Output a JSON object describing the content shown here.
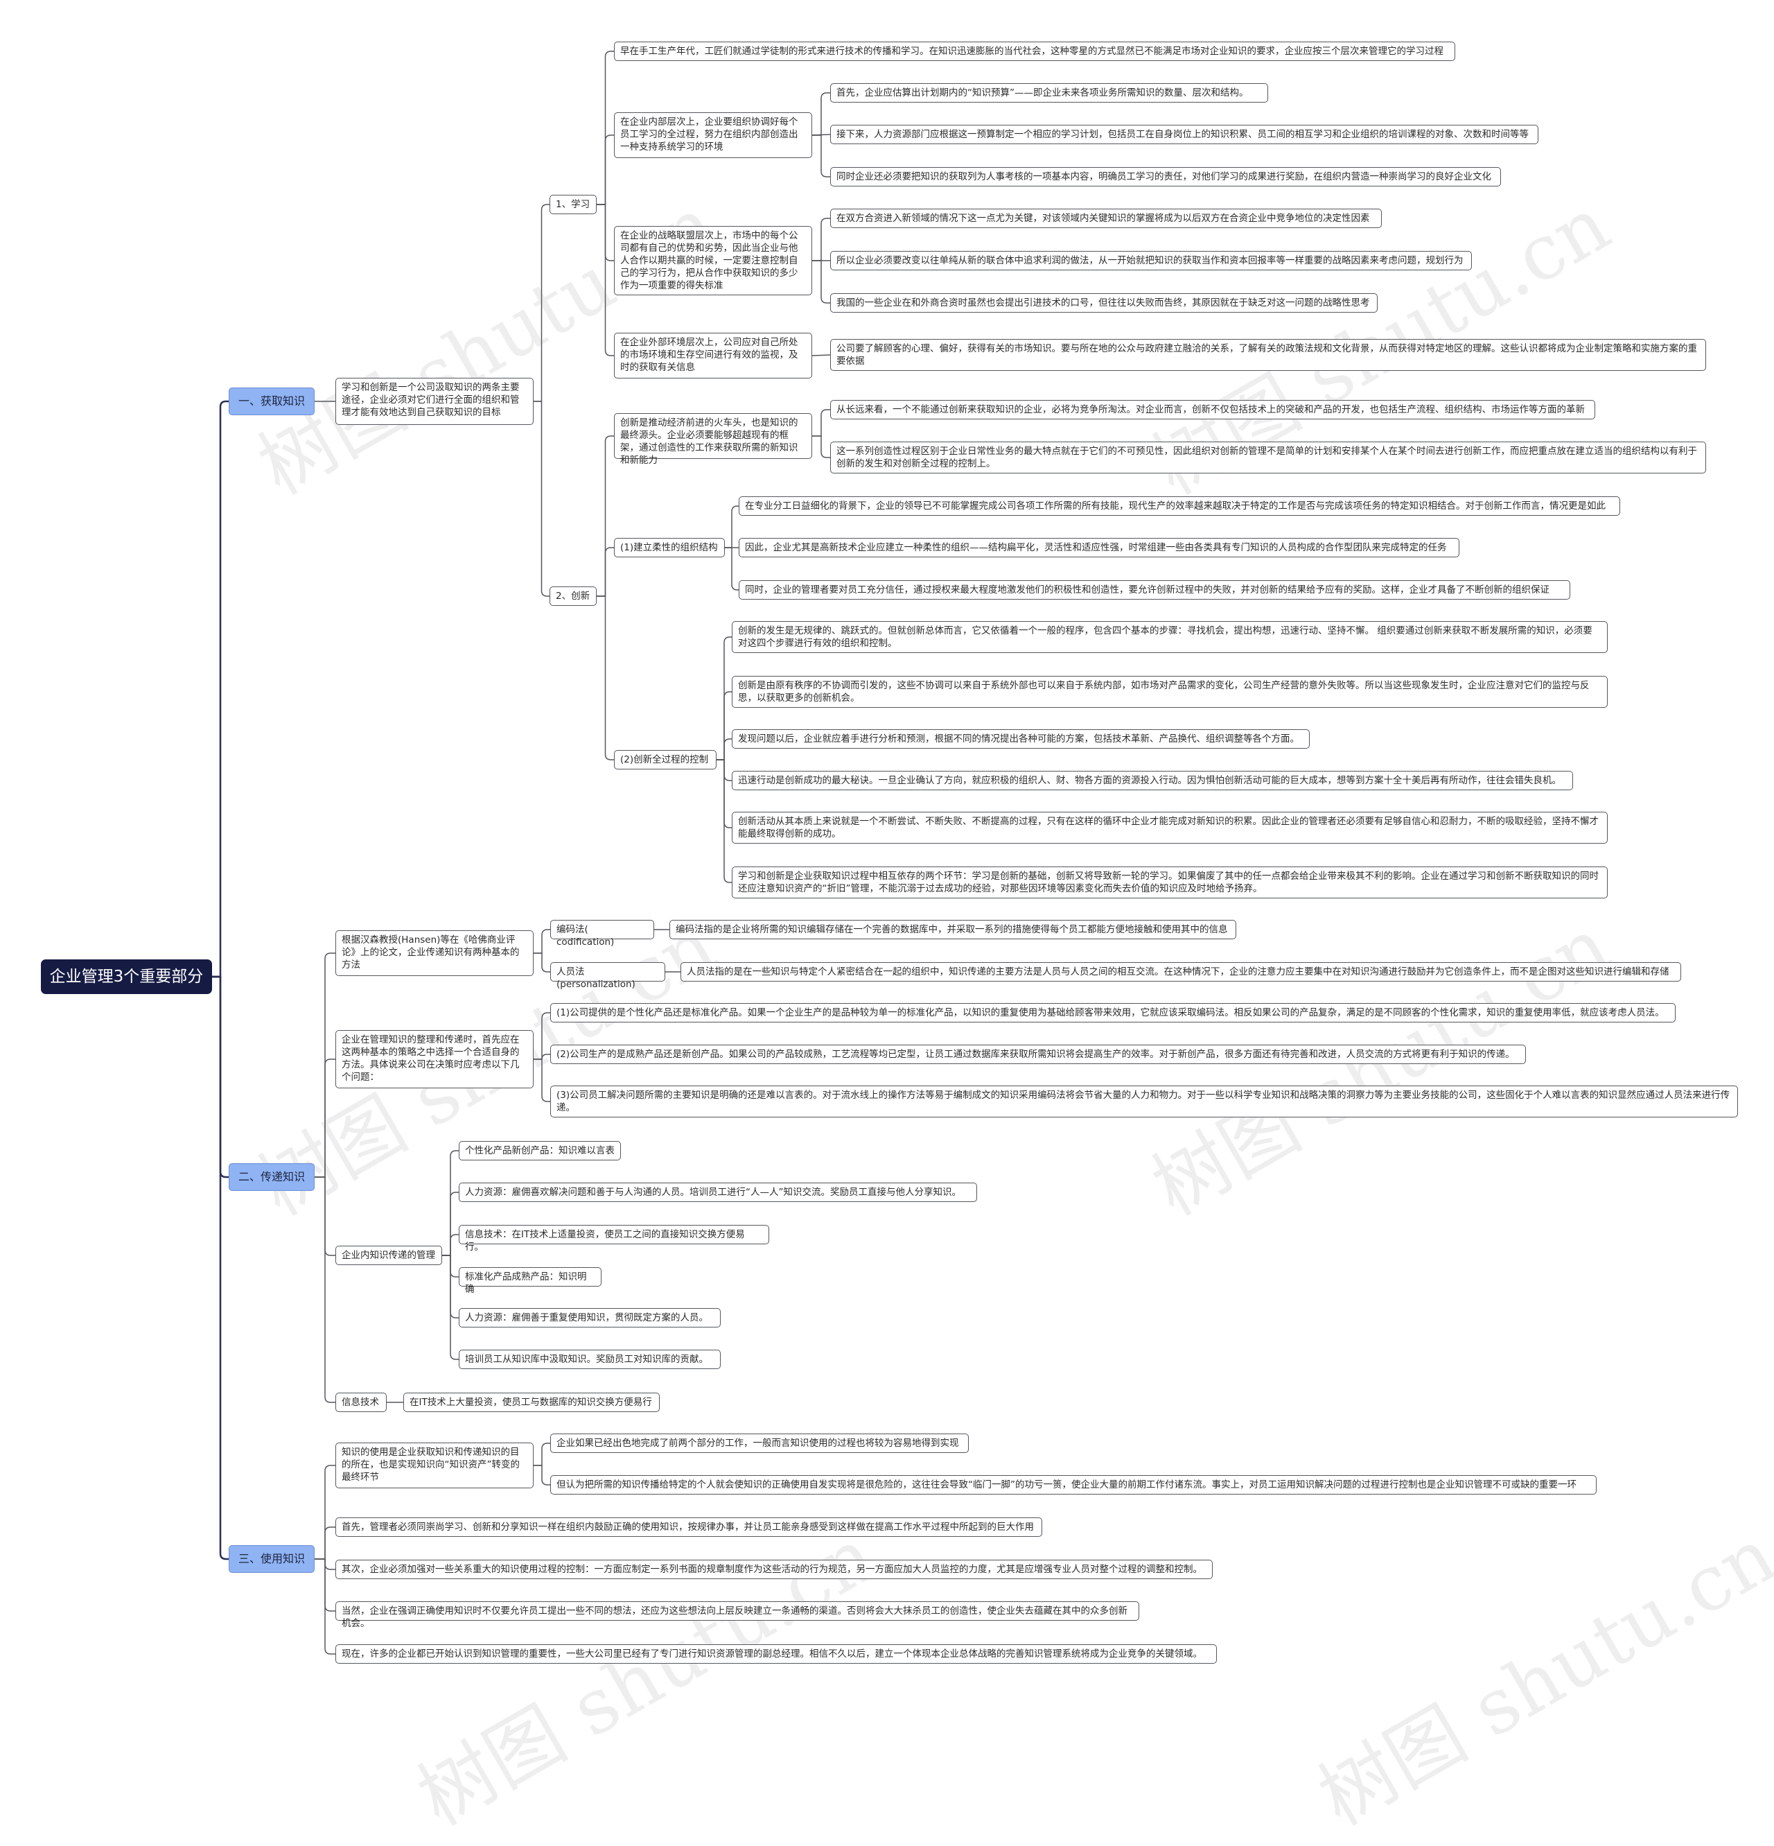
{
  "root": "企业管理3个重要部分",
  "watermark": "树图 shutu.cn",
  "b1": {
    "label": "一、获取知识",
    "summary": "学习和创新是一个公司汲取知识的两条主要途径，企业必须对它们进行全面的组织和管理才能有效地达到自己获取知识的目标",
    "learn": {
      "label": "1、学习",
      "intro": "早在手工生产年代，工匠们就通过学徒制的形式来进行技术的传播和学习。在知识迅速膨胀的当代社会，这种零星的方式显然已不能满足市场对企业知识的要求，企业应按三个层次来管理它的学习过程",
      "internal": {
        "text": "在企业内部层次上，企业要组织协调好每个员工学习的全过程，努力在组织内部创造出一种支持系统学习的环境",
        "c1": "首先，企业应估算出计划期内的“知识预算”——即企业未来各项业务所需知识的数量、层次和结构。",
        "c2": "接下来，人力资源部门应根据这一预算制定一个相应的学习计划，包括员工在自身岗位上的知识积累、员工间的相互学习和企业组织的培训课程的对象、次数和时间等等",
        "c3": "同时企业还必须要把知识的获取列为人事考核的一项基本内容，明确员工学习的责任，对他们学习的成果进行奖励，在组织内营造一种崇尚学习的良好企业文化"
      },
      "alliance": {
        "text": "在企业的战略联盟层次上，市场中的每个公司都有自己的优势和劣势，因此当企业与他人合作以期共赢的时候，一定要注意控制自己的学习行为，把从合作中获取知识的多少作为一项重要的得失标准",
        "c1": "在双方合资进入新领域的情况下这一点尤为关键，对该领域内关键知识的掌握将成为以后双方在合资企业中竞争地位的决定性因素",
        "c2": "所以企业必须要改变以往单纯从新的联合体中追求利润的做法，从一开始就把知识的获取当作和资本回报率等一样重要的战略因素来考虑问题，规划行为",
        "c3": "我国的一些企业在和外商合资时虽然也会提出引进技术的口号，但往往以失败而告终，其原因就在于缺乏对这一问题的战略性思考"
      },
      "external": {
        "text": "在企业外部环境层次上，公司应对自己所处的市场环境和生存空间进行有效的监视，及时的获取有关信息",
        "c1": "公司要了解顾客的心理、偏好，获得有关的市场知识。要与所在地的公众与政府建立融洽的关系，了解有关的政策法规和文化背景，从而获得对特定地区的理解。这些认识都将成为企业制定策略和实施方案的重要依据"
      }
    },
    "innov": {
      "label": "2、创新",
      "engine": {
        "text": "创新是推动经济前进的火车头，也是知识的最终源头。企业必须要能够超越现有的框架，通过创造性的工作来获取所需的新知识和新能力",
        "c1": "从长远来看，一个不能通过创新来获取知识的企业，必将为竞争所淘汰。对企业而言，创新不仅包括技术上的突破和产品的开发，也包括生产流程、组织结构、市场运作等方面的革新",
        "c2": "这一系列创造性过程区别于企业日常性业务的最大特点就在于它们的不可预见性，因此组织对创新的管理不是简单的计划和安排某个人在某个时间去进行创新工作，而应把重点放在建立适当的组织结构以有利于创新的发生和对创新全过程的控制上。"
      },
      "flex": {
        "text": "(1)建立柔性的组织结构",
        "c1": "在专业分工日益细化的背景下，企业的领导已不可能掌握完成公司各项工作所需的所有技能，现代生产的效率越来越取决于特定的工作是否与完成该项任务的特定知识相结合。对于创新工作而言，情况更是如此",
        "c2": "因此，企业尤其是高新技术企业应建立一种柔性的组织——结构扁平化，灵活性和适应性强，时常组建一些由各类具有专门知识的人员构成的合作型团队来完成特定的任务",
        "c3": "同时，企业的管理者要对员工充分信任，通过授权来最大程度地激发他们的积极性和创造性，要允许创新过程中的失败，并对创新的结果给予应有的奖励。这样，企业才具备了不断创新的组织保证"
      },
      "ctrl": {
        "text": "(2)创新全过程的控制",
        "c1": "创新的发生是无规律的、跳跃式的。但就创新总体而言，它又依循着一个一般的程序，包含四个基本的步骤：寻找机会，提出构想，迅速行动、坚持不懈。 组织要通过创新来获取不断发展所需的知识，必须要对这四个步骤进行有效的组织和控制。",
        "c2": "创新是由原有秩序的不协调而引发的，这些不协调可以来自于系统外部也可以来自于系统内部，如市场对产品需求的变化，公司生产经营的意外失败等。所以当这些现象发生时，企业应注意对它们的监控与反思，以获取更多的创新机会。",
        "c3": "发现问题以后，企业就应着手进行分析和预测，根据不同的情况提出各种可能的方案，包括技术革新、产品换代、组织调整等各个方面。",
        "c4": "迅速行动是创新成功的最大秘诀。一旦企业确认了方向，就应积极的组织人、财、物各方面的资源投入行动。因为惧怕创新活动可能的巨大成本，想等到方案十全十美后再有所动作，往往会错失良机。",
        "c5": "创新活动从其本质上来说就是一个不断尝试、不断失败、不断提高的过程，只有在这样的循环中企业才能完成对新知识的积累。因此企业的管理者还必须要有足够自信心和忍耐力，不断的吸取经验，坚持不懈才能最终取得创新的成功。",
        "c6": "学习和创新是企业获取知识过程中相互依存的两个环节：学习是创新的基础，创新又将导致新一轮的学习。如果偏废了其中的任一点都会给企业带来极其不利的影响。企业在通过学习和创新不断获取知识的同时还应注意知识资产的“折旧”管理，不能沉溺于过去成功的经验，对那些因环境等因素变化而失去价值的知识应及时地给予扬弃。"
      }
    }
  },
  "b2": {
    "label": "二、传递知识",
    "hansen": {
      "text": "根据汉森教授(Hansen)等在《哈佛商业评论》上的论文，企业传递知识有两种基本的方法",
      "cod_label": "编码法( codification)",
      "cod_desc": "编码法指的是企业将所需的知识编辑存储在一个完善的数据库中，并采取一系列的措施使得每个员工都能方便地接触和使用其中的信息",
      "per_label": "人员法(personalization)",
      "per_desc": "人员法指的是在一些知识与特定个人紧密结合在一起的组织中，知识传递的主要方法是人员与人员之间的相互交流。在这种情况下，企业的注意力应主要集中在对知识沟通进行鼓励并为它创造条件上，而不是企图对这些知识进行编辑和存储"
    },
    "choose": {
      "text": "企业在管理知识的整理和传递时，首先应在这两种基本的策略之中选择一个合适自身的方法。具体说来公司在决策时应考虑以下几个问题：",
      "q1": "(1)公司提供的是个性化产品还是标准化产品。如果一个企业生产的是品种较为单一的标准化产品，以知识的重复使用为基础给顾客带来效用，它就应该采取编码法。相反如果公司的产品复杂，满足的是不同顾客的个性化需求，知识的重复使用率低，就应该考虑人员法。",
      "q2": "(2)公司生产的是成熟产品还是新创产品。如果公司的产品较成熟，工艺流程等均已定型，让员工通过数据库来获取所需知识将会提高生产的效率。对于新创产品，很多方面还有待完善和改进，人员交流的方式将更有利于知识的传递。",
      "q3": "(3)公司员工解决问题所需的主要知识是明确的还是难以言表的。对于流水线上的操作方法等易于编制成文的知识采用编码法将会节省大量的人力和物力。对于一些以科学专业知识和战略决策的洞察力等为主要业务技能的公司，这些固化于个人难以言表的知识显然应通过人员法来进行传递。"
    },
    "internal": {
      "text": "企业内知识传递的管理",
      "i1": "个性化产品新创产品：知识难以言表",
      "i2": "人力资源：雇佣喜欢解决问题和善于与人沟通的人员。培训员工进行“人—人”知识交流。奖励员工直接与他人分享知识。",
      "i3": "信息技术：在IT技术上适量投资，使员工之间的直接知识交换方便易行。",
      "i4": "标准化产品成熟产品：知识明确",
      "i5": "人力资源：雇佣善于重复使用知识，贯彻既定方案的人员。",
      "i6": "培训员工从知识库中汲取知识。奖励员工对知识库的贡献。"
    },
    "it": {
      "text": "信息技术",
      "c1": "在IT技术上大量投资，使员工与数据库的知识交换方便易行"
    }
  },
  "b3": {
    "label": "三、使用知识",
    "purpose": {
      "text": "知识的使用是企业获取知识和传递知识的目的所在，也是实现知识向“知识资产”转变的最终环节",
      "c1": "企业如果已经出色地完成了前两个部分的工作，一般而言知识使用的过程也将较为容易地得到实现",
      "c2": "但认为把所需的知识传播给特定的个人就会使知识的正确使用自发实现将是很危险的，这往往会导致“临门一脚”的功亏一篑，使企业大量的前期工作付诸东流。事实上，对员工运用知识解决问题的过程进行控制也是企业知识管理不可或缺的重要一环"
    },
    "p1": "首先，管理者必须同崇尚学习、创新和分享知识一样在组织内鼓励正确的使用知识，按规律办事，并让员工能亲身感受到这样做在提高工作水平过程中所起到的巨大作用",
    "p2": "其次，企业必须加强对一些关系重大的知识使用过程的控制：一方面应制定一系列书面的规章制度作为这些活动的行为规范，另一方面应加大人员监控的力度，尤其是应增强专业人员对整个过程的调整和控制。",
    "p3": "当然，企业在强调正确使用知识时不仅要允许员工提出一些不同的想法，还应为这些想法向上层反映建立一条通畅的渠道。否则将会大大抹杀员工的创造性，使企业失去蕴藏在其中的众多创新机会。",
    "p4": "现在，许多的企业都已开始认识到知识管理的重要性，一些大公司里已经有了专门进行知识资源管理的副总经理。相信不久以后，建立一个体现本企业总体战略的完善知识管理系统将成为企业竞争的关键领域。"
  }
}
